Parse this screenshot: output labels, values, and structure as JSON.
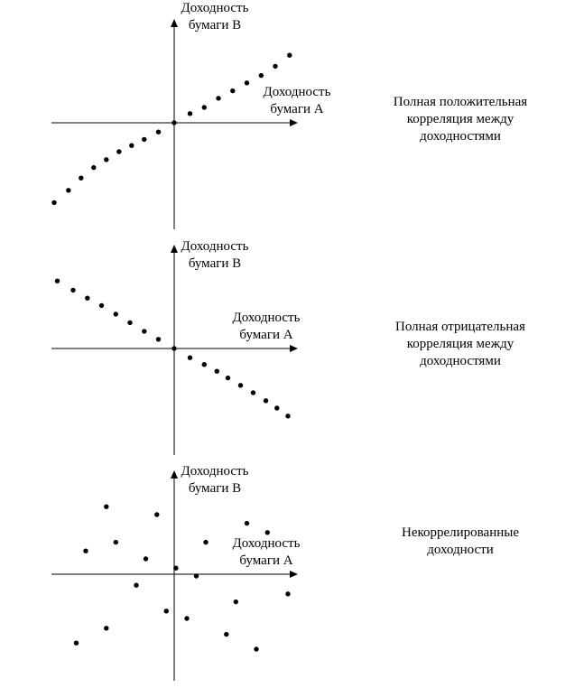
{
  "colors": {
    "ink": "#000000",
    "background": "#ffffff"
  },
  "panels": [
    {
      "y_axis_label": [
        "Доходность",
        "бумаги В"
      ],
      "x_axis_label": [
        "Доходность",
        "бумаги А"
      ],
      "caption": [
        "Полная положительная",
        "корреляция между",
        "доходностями"
      ],
      "points": [
        [
          -3.8,
          -1.3
        ],
        [
          -3.35,
          -1.1
        ],
        [
          -2.95,
          -0.9
        ],
        [
          -2.55,
          -0.73
        ],
        [
          -2.15,
          -0.6
        ],
        [
          -1.75,
          -0.47
        ],
        [
          -1.35,
          -0.37
        ],
        [
          -0.95,
          -0.27
        ],
        [
          -0.5,
          -0.15
        ],
        [
          0,
          0
        ],
        [
          0.5,
          0.15
        ],
        [
          0.95,
          0.25
        ],
        [
          1.4,
          0.4
        ],
        [
          1.85,
          0.52
        ],
        [
          2.3,
          0.65
        ],
        [
          2.75,
          0.77
        ],
        [
          3.2,
          0.92
        ],
        [
          3.65,
          1.1
        ]
      ]
    },
    {
      "y_axis_label": [
        "Доходность",
        "бумаги В"
      ],
      "x_axis_label": [
        "Доходность",
        "бумаги А"
      ],
      "caption": [
        "Полная отрицательная",
        "корреляция между",
        "доходностями"
      ],
      "points": [
        [
          -3.7,
          1.1
        ],
        [
          -3.2,
          0.95
        ],
        [
          -2.75,
          0.82
        ],
        [
          -2.3,
          0.7
        ],
        [
          -1.85,
          0.56
        ],
        [
          -1.4,
          0.42
        ],
        [
          -0.95,
          0.28
        ],
        [
          -0.5,
          0.15
        ],
        [
          0,
          0
        ],
        [
          0.5,
          -0.15
        ],
        [
          0.95,
          -0.26
        ],
        [
          1.35,
          -0.37
        ],
        [
          1.7,
          -0.48
        ],
        [
          2.1,
          -0.6
        ],
        [
          2.5,
          -0.72
        ],
        [
          2.9,
          -0.85
        ],
        [
          3.25,
          -0.97
        ],
        [
          3.6,
          -1.1
        ]
      ]
    },
    {
      "y_axis_label": [
        "Доходность",
        "бумаги В"
      ],
      "x_axis_label": [
        "Доходность",
        "бумаги А"
      ],
      "caption": [
        "Некоррелированные",
        "доходности"
      ],
      "points": [
        [
          -2.15,
          1.1
        ],
        [
          -0.55,
          0.97
        ],
        [
          -2.8,
          0.38
        ],
        [
          -1.85,
          0.52
        ],
        [
          -0.9,
          0.25
        ],
        [
          1.0,
          0.52
        ],
        [
          2.3,
          0.83
        ],
        [
          2.95,
          0.68
        ],
        [
          0.05,
          0.1
        ],
        [
          0.7,
          -0.03
        ],
        [
          -1.2,
          -0.18
        ],
        [
          -0.25,
          -0.6
        ],
        [
          0.4,
          -0.72
        ],
        [
          1.95,
          -0.45
        ],
        [
          3.6,
          -0.32
        ],
        [
          -2.15,
          -0.88
        ],
        [
          -3.1,
          -1.12
        ],
        [
          1.65,
          -0.98
        ],
        [
          2.6,
          -1.22
        ]
      ]
    }
  ]
}
